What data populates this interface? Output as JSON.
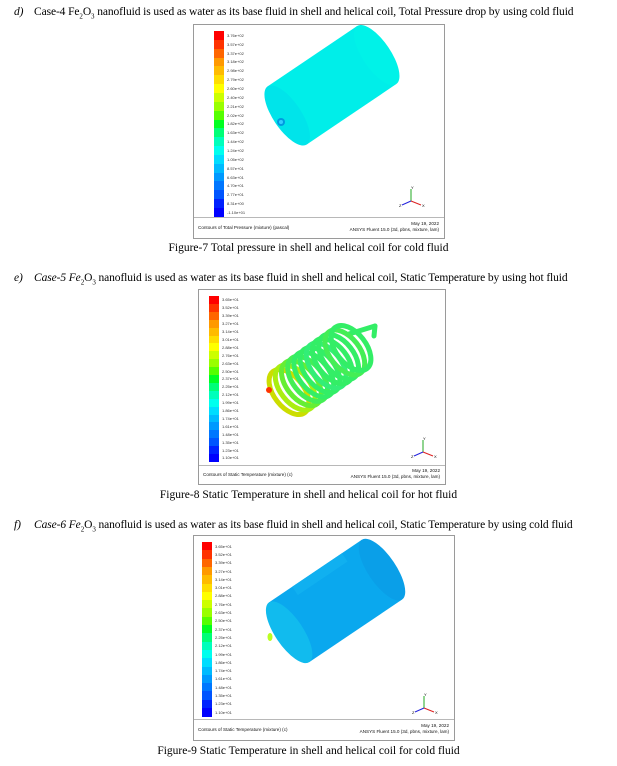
{
  "sections": [
    {
      "marker": "d)",
      "heading_pre": "Case-4 Fe",
      "heading_post": " nanofluid is used as water as its base fluid in shell and helical coil, Total Pressure drop by using cold fluid",
      "contour_label": "Contours of Total Pressure (mixture)  (pascal)",
      "date": "May 19, 2022",
      "software": "ANSYS Fluent 15.0 (3d, pbns, mixture, lam)",
      "caption": "Figure-7 Total pressure in shell and helical coil for cold fluid",
      "legend": [
        "3.76e+02",
        "3.57e+02",
        "3.37e+02",
        "3.18e+02",
        "2.98e+02",
        "2.79e+02",
        "2.60e+02",
        "2.40e+02",
        "2.21e+02",
        "2.02e+02",
        "1.82e+02",
        "1.63e+02",
        "1.44e+02",
        "1.24e+02",
        "1.05e+02",
        "8.57e+01",
        "6.63e+01",
        "4.70e+01",
        "2.77e+01",
        "8.31e+00",
        "-1.10e+01"
      ]
    },
    {
      "marker": "e)",
      "heading_pre": "Case-5 Fe",
      "heading_post": " nanofluid is used as water as its base fluid in shell and helical coil, Static Temperature by using hot fluid",
      "contour_label": "Contours of Static Temperature (mixture)  (c)",
      "date": "May 19, 2022",
      "software": "ANSYS Fluent 15.0 (3d, pbns, mixture, lam)",
      "caption": "Figure-8 Static Temperature in shell and helical coil for hot fluid",
      "legend": [
        "3.65e+01",
        "3.52e+01",
        "3.39e+01",
        "3.27e+01",
        "3.14e+01",
        "3.01e+01",
        "2.88e+01",
        "2.76e+01",
        "2.63e+01",
        "2.50e+01",
        "2.37e+01",
        "2.25e+01",
        "2.12e+01",
        "1.99e+01",
        "1.86e+01",
        "1.74e+01",
        "1.61e+01",
        "1.48e+01",
        "1.35e+01",
        "1.23e+01",
        "1.10e+01"
      ]
    },
    {
      "marker": "f)",
      "heading_pre": "Case-6 Fe",
      "heading_post": " nanofluid is used as water as its base fluid in shell and helical coil, Static Temperature by using cold fluid",
      "contour_label": "Contours of Static Temperature (mixture)  (c)",
      "date": "May 19, 2022",
      "software": "ANSYS Fluent 15.0 (3d, pbns, mixture, lam)",
      "caption": "Figure-9 Static Temperature in shell and helical coil for cold fluid",
      "legend": [
        "3.65e+01",
        "3.52e+01",
        "3.39e+01",
        "3.27e+01",
        "3.14e+01",
        "3.01e+01",
        "2.88e+01",
        "2.76e+01",
        "2.63e+01",
        "2.50e+01",
        "2.37e+01",
        "2.25e+01",
        "2.12e+01",
        "1.99e+01",
        "1.86e+01",
        "1.74e+01",
        "1.61e+01",
        "1.48e+01",
        "1.35e+01",
        "1.23e+01",
        "1.10e+01"
      ]
    }
  ],
  "formula_sub_a": "2",
  "formula_mid": "O",
  "formula_sub_b": "3",
  "axis_x": "X",
  "axis_y": "Y",
  "axis_z": "Z",
  "colorbar": [
    "#ff0000",
    "#ff3300",
    "#ff6600",
    "#ff9900",
    "#ffbb00",
    "#ffdd00",
    "#ffff00",
    "#ccff00",
    "#99ff00",
    "#55ff00",
    "#00ff22",
    "#00ff77",
    "#00ffbb",
    "#00ffee",
    "#00ddff",
    "#00bbff",
    "#0099ff",
    "#0077ff",
    "#0055ff",
    "#0022ff",
    "#0000ff"
  ]
}
